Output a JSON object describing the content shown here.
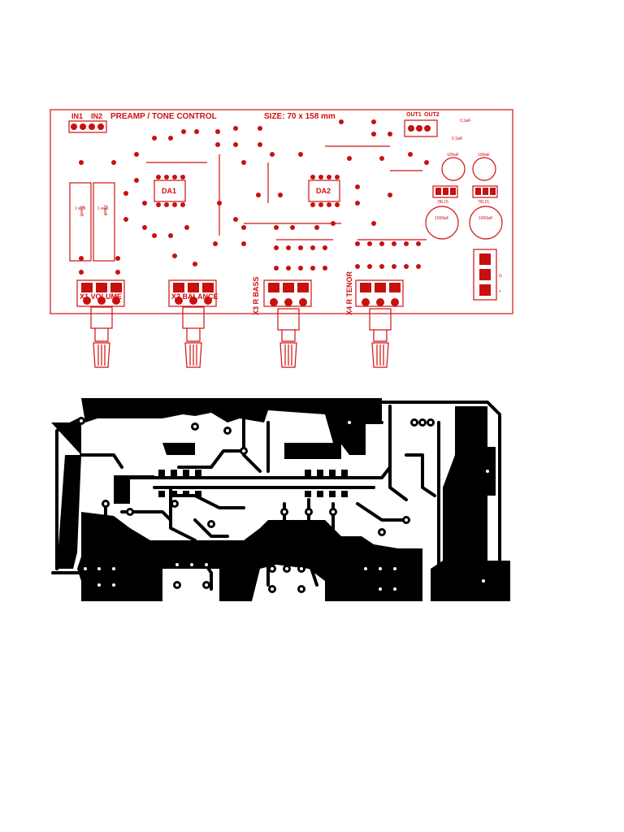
{
  "silkscreen": {
    "title": "PREAMP / TONE CONTROL",
    "size": "SIZE: 70 x 158 mm",
    "inputs": [
      "IN1",
      "IN2"
    ],
    "outputs": [
      "OUT1",
      "OUT2"
    ],
    "ics": [
      "DA1",
      "DA2"
    ],
    "regulators": [
      "78L15",
      "79L15"
    ],
    "pots": [
      "X1 VOLUME",
      "X2 BALANCE",
      "X3 R BASS",
      "X4 R TENOR"
    ],
    "caps": [
      "1 мкФ",
      "1 мкФ",
      "1000мF",
      "1000мF",
      "100мF",
      "100мF",
      "0,1мF",
      "0,1мF"
    ],
    "power_labels": [
      "-",
      "G",
      "+"
    ],
    "colors": {
      "silkscreen": "#d01010",
      "copper": "#000000",
      "background": "#ffffff"
    }
  }
}
